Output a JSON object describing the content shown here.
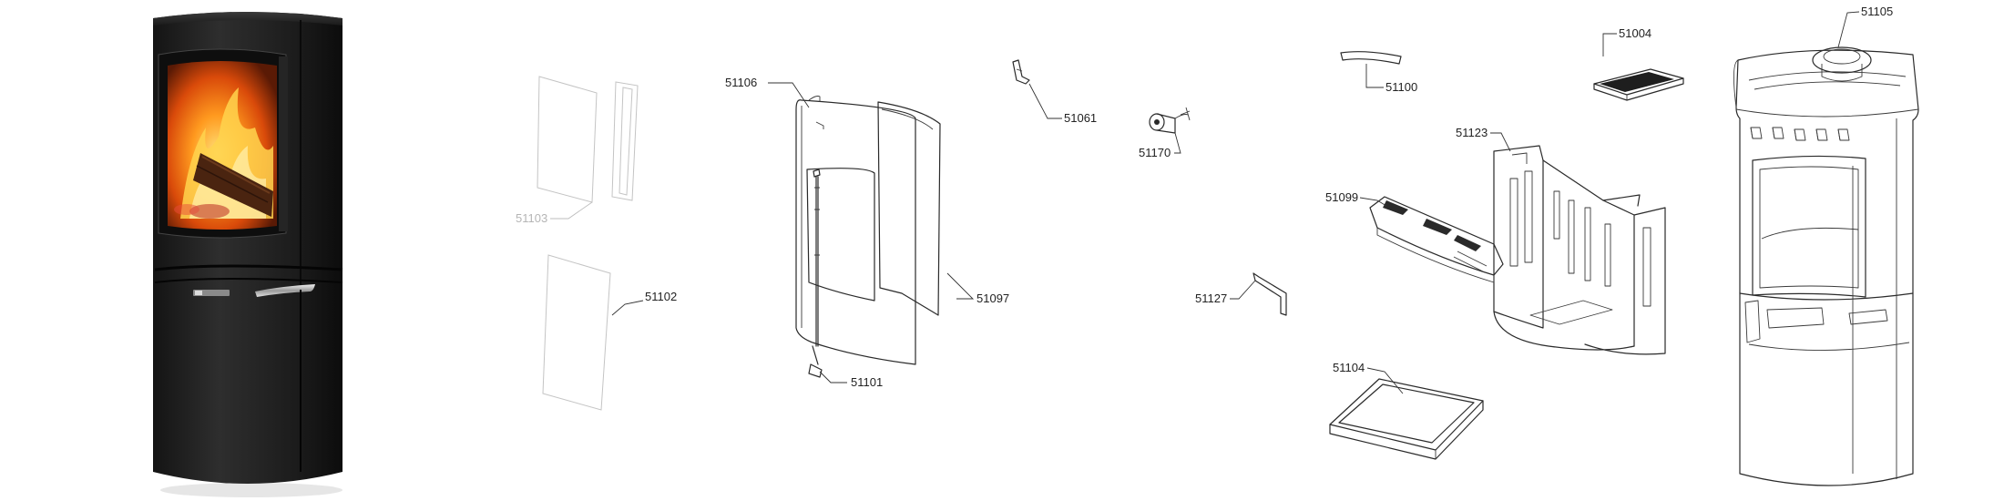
{
  "diagram": {
    "product_photo": "wood-burning-stove-photo",
    "parts": [
      {
        "key": "p51103",
        "number": "51103"
      },
      {
        "key": "p51102",
        "number": "51102"
      },
      {
        "key": "p51106",
        "number": "51106"
      },
      {
        "key": "p51097",
        "number": "51097"
      },
      {
        "key": "p51101",
        "number": "51101"
      },
      {
        "key": "p51061",
        "number": "51061"
      },
      {
        "key": "p51170",
        "number": "51170"
      },
      {
        "key": "p51127",
        "number": "51127"
      },
      {
        "key": "p51100",
        "number": "51100"
      },
      {
        "key": "p51004",
        "number": "51004"
      },
      {
        "key": "p51123",
        "number": "51123"
      },
      {
        "key": "p51099",
        "number": "51099"
      },
      {
        "key": "p51104",
        "number": "51104"
      },
      {
        "key": "p51105",
        "number": "51105"
      }
    ]
  }
}
